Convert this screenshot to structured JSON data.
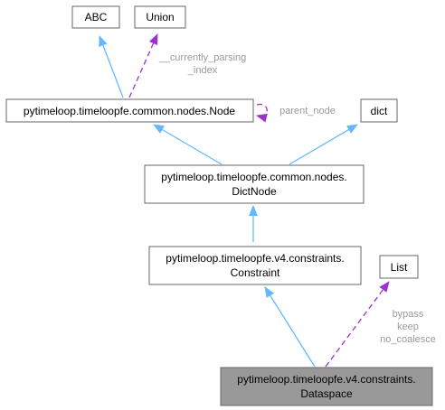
{
  "nodes": {
    "abc": {
      "lines": [
        "ABC"
      ]
    },
    "union": {
      "lines": [
        "Union"
      ]
    },
    "node": {
      "lines": [
        "pytimeloop.timeloopfe.common.nodes.Node"
      ]
    },
    "dict": {
      "lines": [
        "dict"
      ]
    },
    "dictnode": {
      "lines": [
        "pytimeloop.timeloopfe.common.nodes.",
        "DictNode"
      ]
    },
    "constraint": {
      "lines": [
        "pytimeloop.timeloopfe.v4.constraints.",
        "Constraint"
      ]
    },
    "list": {
      "lines": [
        "List"
      ]
    },
    "dataspace": {
      "lines": [
        "pytimeloop.timeloopfe.v4.constraints.",
        "Dataspace"
      ]
    }
  },
  "edge_labels": {
    "currently_parsing_index": [
      "__currently_parsing",
      "_index"
    ],
    "parent_node": [
      "parent_node"
    ],
    "list_members": [
      "bypass",
      "keep",
      "no_coalesce"
    ]
  },
  "colors": {
    "inheritance": "#63b8ff",
    "usage": "#9a32cd",
    "label": "#9a9a9a",
    "highlight_fill": "#999999"
  }
}
